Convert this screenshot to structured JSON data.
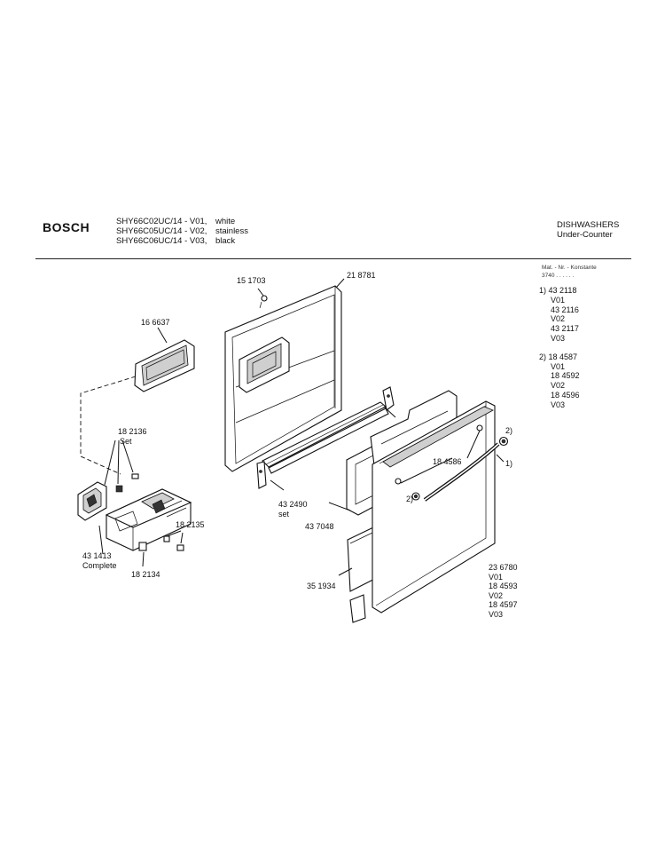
{
  "header": {
    "brand": "BOSCH",
    "models": [
      {
        "model": "SHY66C02UC/14 - V01,",
        "finish": "white"
      },
      {
        "model": "SHY66C05UC/14 - V02,",
        "finish": "stainless"
      },
      {
        "model": "SHY66C06UC/14 - V03,",
        "finish": "black"
      }
    ],
    "category_line1": "DISHWASHERS",
    "category_line2": "Under-Counter"
  },
  "sidebar": {
    "heading": "Mat. - Nr. - Konstante",
    "constant": "3740 . . . . . .",
    "groups": [
      {
        "lines": [
          "1) 43 2118",
          "V01",
          "43 2116",
          "V02",
          "43 2117",
          "V03"
        ]
      },
      {
        "lines": [
          "2) 18 4587",
          "V01",
          "18 4592",
          "V02",
          "18 4596",
          "V03"
        ]
      }
    ]
  },
  "callouts": {
    "c151703": "15 1703",
    "c218781": "21 8781",
    "c166637": "16 6637",
    "c182136a": "18 2136",
    "c182136b": "Set",
    "c184586": "18 4586",
    "c432490a": "43 2490",
    "c432490b": "set",
    "c182135": "18 2135",
    "c431413a": "43 1413",
    "c431413b": "Complete",
    "c182134": "18 2134",
    "c437048": "43 7048",
    "c351934": "35 1934",
    "c236780": [
      "23 6780",
      "V01",
      "18 4593",
      "V02",
      "18 4597",
      "V03"
    ],
    "ref2_top": "2)",
    "ref1": "1)",
    "ref2_left": "2)"
  }
}
